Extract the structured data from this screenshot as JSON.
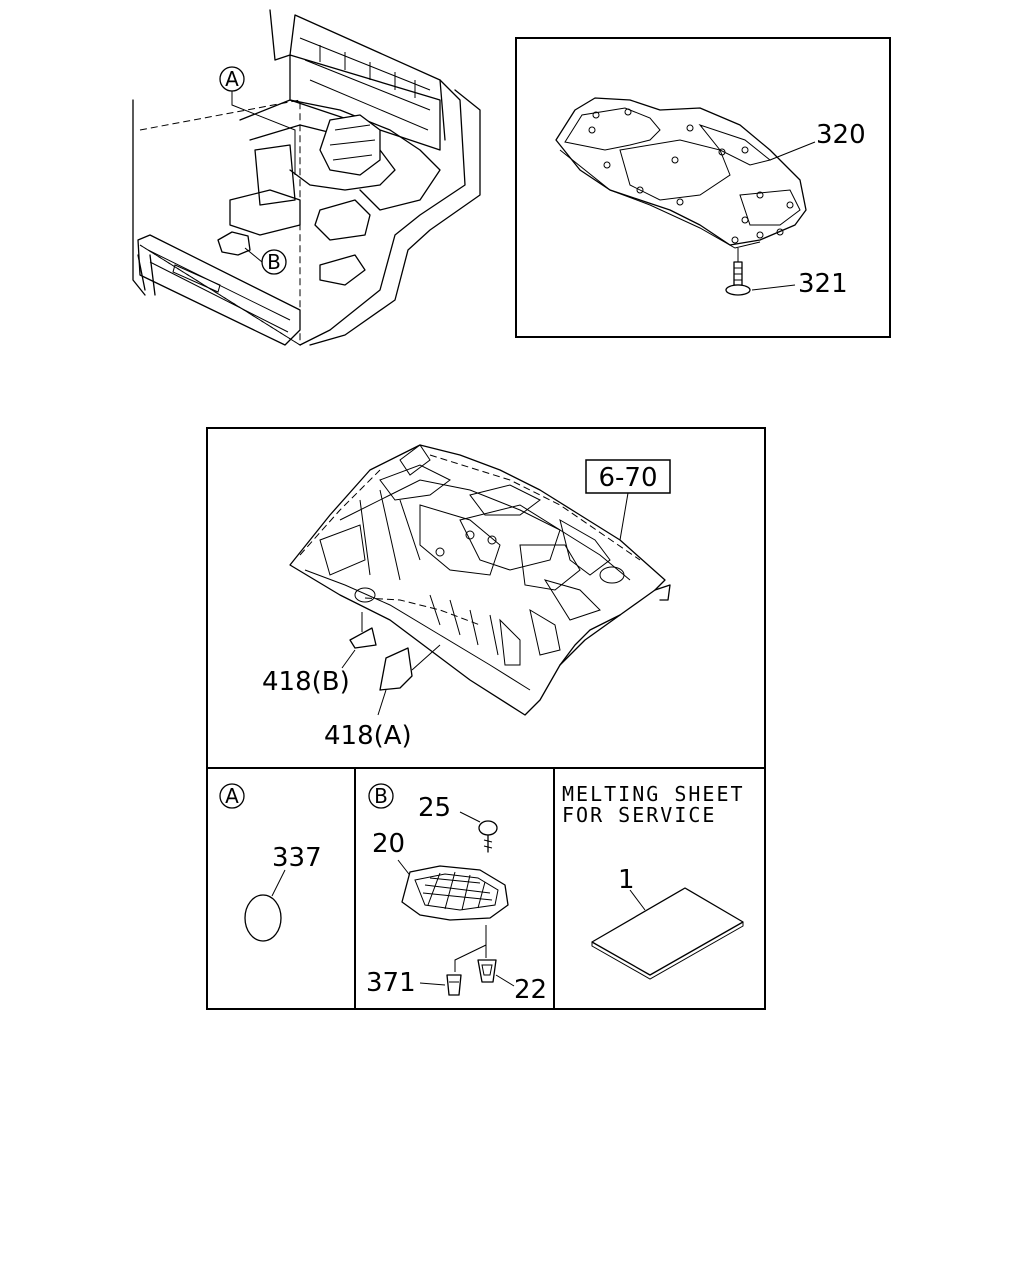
{
  "callouts": {
    "a": "A",
    "b": "B"
  },
  "top_right_panel": {
    "part_320": "320",
    "part_321": "321"
  },
  "main_panel": {
    "ref_box": "6-70",
    "part_418b": "418(B)",
    "part_418a": "418(A)"
  },
  "detail_a": {
    "callout": "A",
    "part_337": "337"
  },
  "detail_b": {
    "callout": "B",
    "part_25": "25",
    "part_20": "20",
    "part_371": "371",
    "part_22": "22"
  },
  "melting_sheet": {
    "title_line1": "MELTING SHEET",
    "title_line2": "FOR SERVICE",
    "part_1": "1"
  }
}
